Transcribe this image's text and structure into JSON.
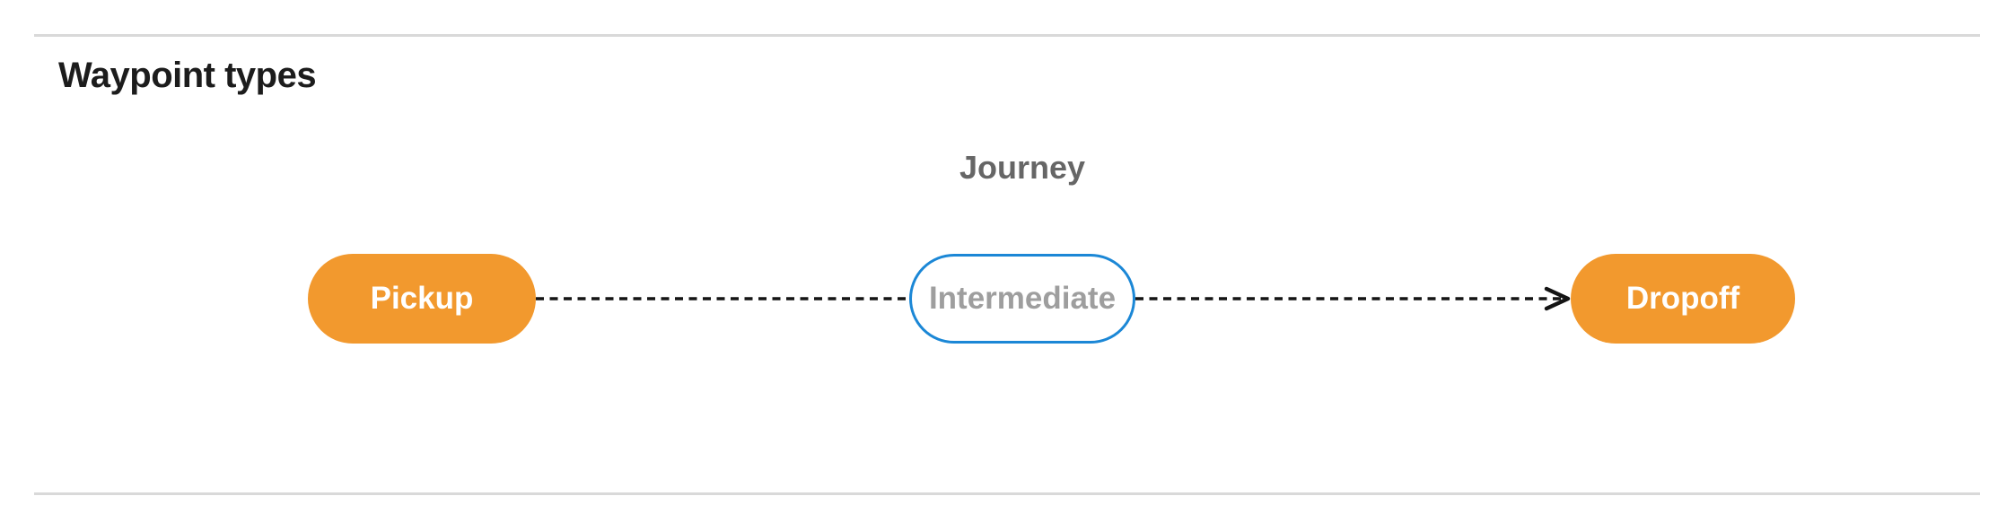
{
  "page": {
    "title": "Waypoint types"
  },
  "diagram": {
    "group_label": "Journey",
    "nodes": [
      {
        "id": "pickup",
        "label": "Pickup",
        "type": "terminal"
      },
      {
        "id": "intermediate",
        "label": "Intermediate",
        "type": "intermediate"
      },
      {
        "id": "dropoff",
        "label": "Dropoff",
        "type": "terminal"
      }
    ],
    "edges": [
      {
        "from": "pickup",
        "to": "intermediate",
        "style": "dashed",
        "arrowhead": false
      },
      {
        "from": "intermediate",
        "to": "dropoff",
        "style": "dashed",
        "arrowhead": true
      }
    ],
    "colors": {
      "terminal_fill": "#F2992E",
      "terminal_text": "#FFFFFF",
      "intermediate_border": "#1B87D6",
      "intermediate_text": "#9E9E9E",
      "edge": "#141414",
      "divider": "#D9D9D9",
      "heading_text": "#1C1C1C",
      "group_label_text": "#666666",
      "page_bg": "#FFFFFF"
    }
  }
}
